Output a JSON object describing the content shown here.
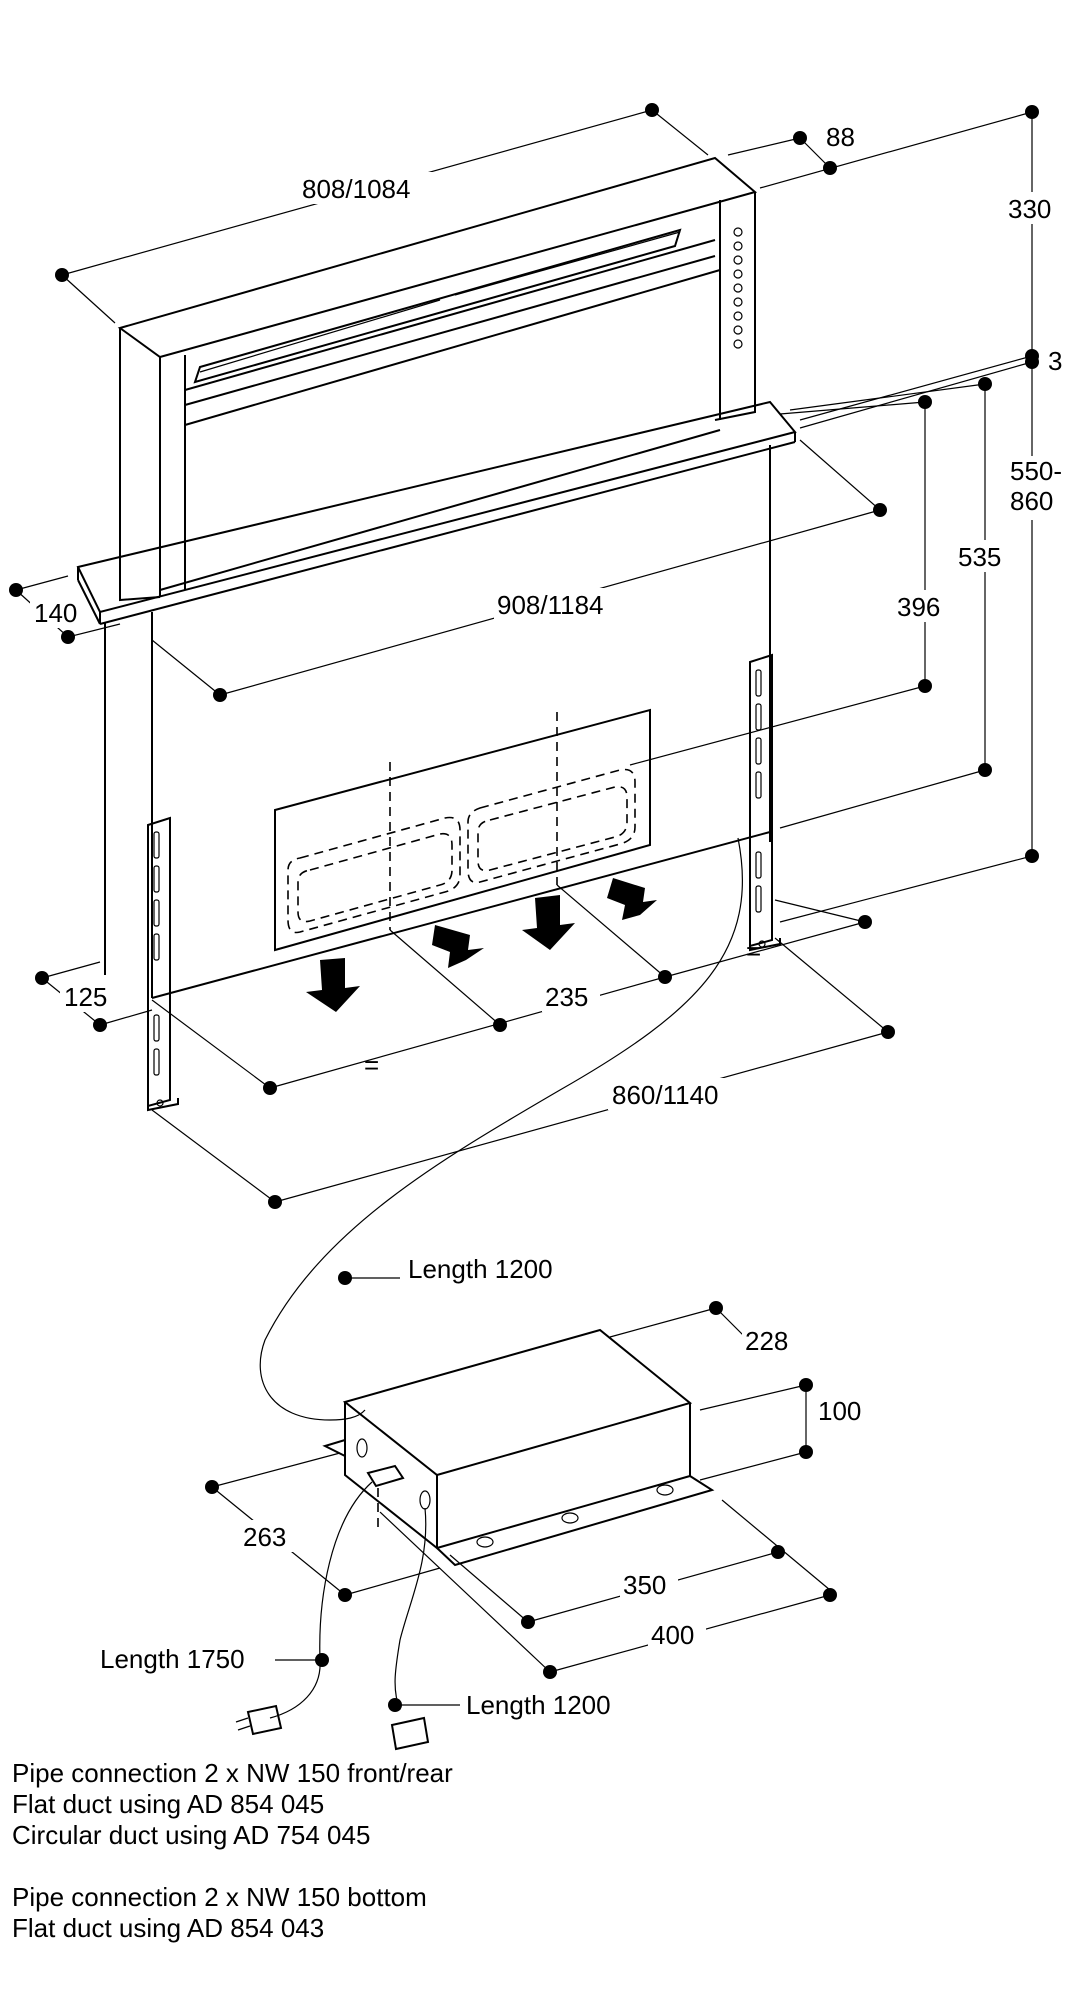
{
  "dimensions": {
    "top_width": "808/1084",
    "top_depth": "88",
    "height_above": "330",
    "plate_thickness": "3",
    "total_height_line1": "550-",
    "total_height_line2": "860",
    "cutout_width": "908/1184",
    "frame_depth": "140",
    "height_396": "396",
    "height_535": "535",
    "left_depth": "125",
    "spacing_235": "235",
    "equal_left": "=",
    "equal_right": "=",
    "base_width": "860/1140",
    "cable_length_top": "Length 1200",
    "motor_depth": "228",
    "motor_height": "100",
    "motor_side": "263",
    "motor_inner_width": "350",
    "motor_outer_width": "400",
    "cable_length_power": "Length 1750",
    "cable_length_bottom": "Length 1200"
  },
  "notes": {
    "line1": "Pipe connection 2 x NW 150 front/rear",
    "line2": "Flat duct using AD 854 045",
    "line3": "Circular duct using AD 754 045",
    "line4": "Pipe connection 2 x NW 150 bottom",
    "line5": "Flat duct using AD 854 043"
  }
}
